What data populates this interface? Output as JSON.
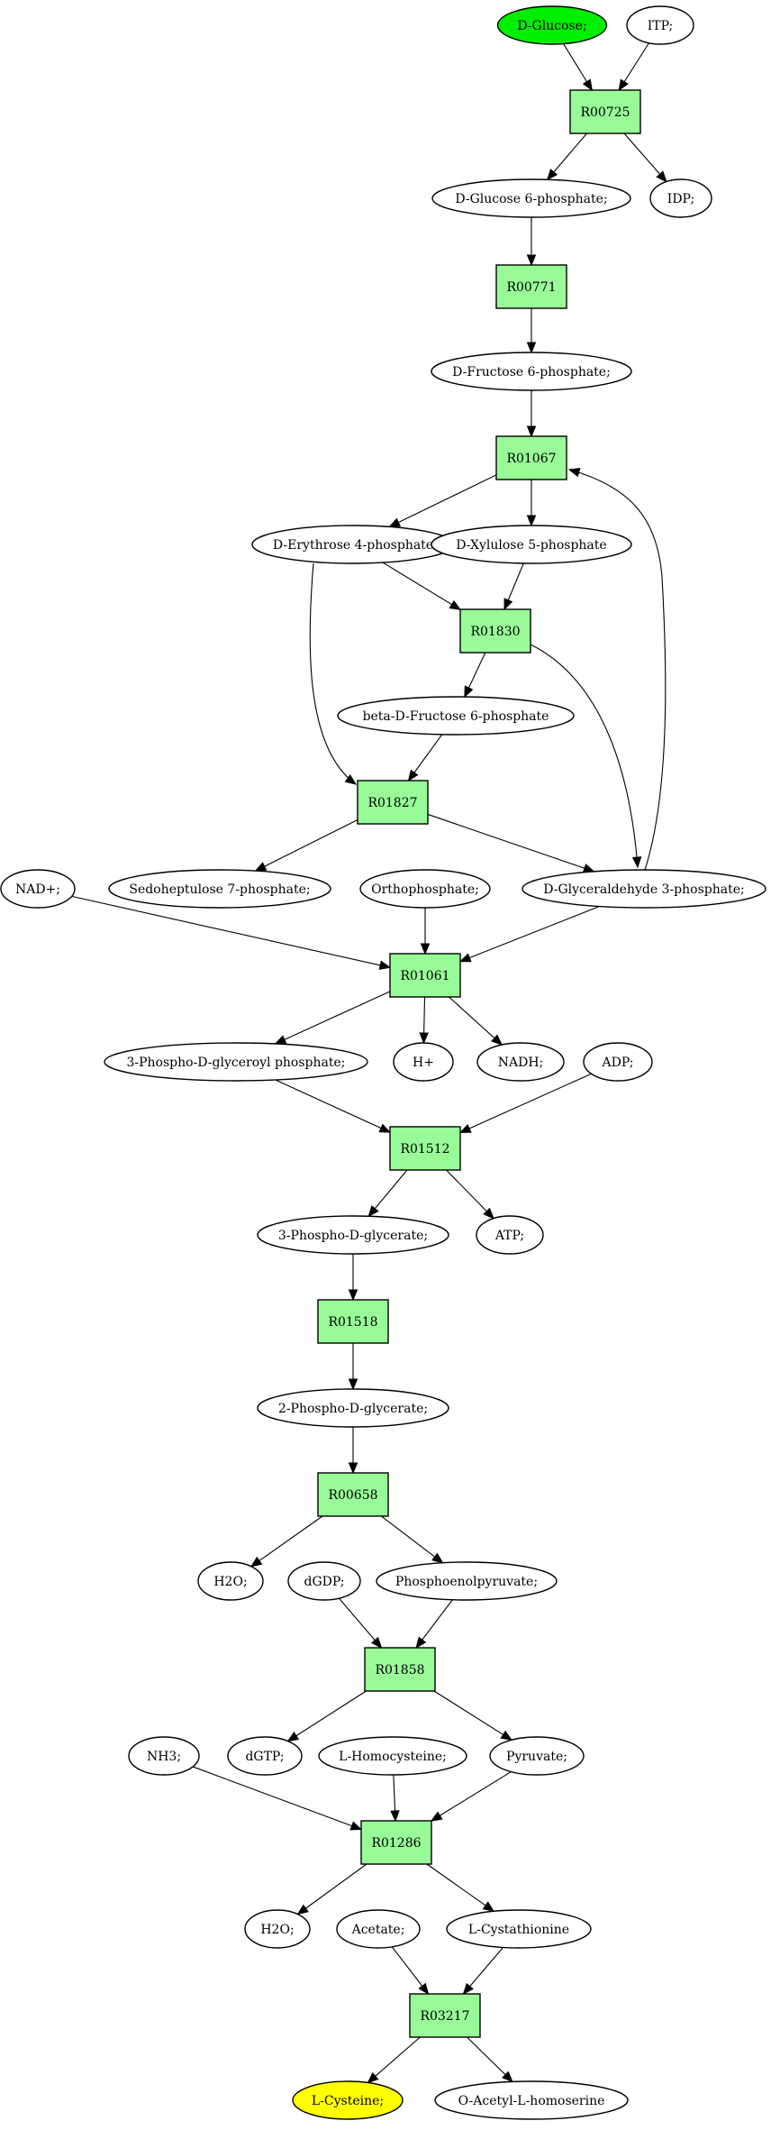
{
  "colors": {
    "reaction_fill": "#98fb98",
    "start_fill": "#00ee00",
    "target_fill": "#ffff00",
    "compound_fill": "#ffffff",
    "stroke": "#000000"
  },
  "nodes": [
    {
      "id": "glucose",
      "label": "D-Glucose;",
      "kind": "compound",
      "role": "start"
    },
    {
      "id": "itp",
      "label": "ITP;",
      "kind": "compound"
    },
    {
      "id": "r00725",
      "label": "R00725",
      "kind": "reaction"
    },
    {
      "id": "g6p",
      "label": "D-Glucose 6-phosphate;",
      "kind": "compound"
    },
    {
      "id": "idp",
      "label": "IDP;",
      "kind": "compound"
    },
    {
      "id": "r00771",
      "label": "R00771",
      "kind": "reaction"
    },
    {
      "id": "f6p",
      "label": "D-Fructose 6-phosphate;",
      "kind": "compound"
    },
    {
      "id": "r01067",
      "label": "R01067",
      "kind": "reaction"
    },
    {
      "id": "e4p",
      "label": "D-Erythrose 4-phosphate",
      "kind": "compound"
    },
    {
      "id": "x5p",
      "label": "D-Xylulose 5-phosphate",
      "kind": "compound"
    },
    {
      "id": "r01830",
      "label": "R01830",
      "kind": "reaction"
    },
    {
      "id": "bf6p",
      "label": "beta-D-Fructose 6-phosphate",
      "kind": "compound"
    },
    {
      "id": "r01827",
      "label": "R01827",
      "kind": "reaction"
    },
    {
      "id": "nad",
      "label": "NAD+;",
      "kind": "compound"
    },
    {
      "id": "s7p",
      "label": "Sedoheptulose 7-phosphate;",
      "kind": "compound"
    },
    {
      "id": "pi",
      "label": "Orthophosphate;",
      "kind": "compound"
    },
    {
      "id": "gap",
      "label": "D-Glyceraldehyde 3-phosphate;",
      "kind": "compound"
    },
    {
      "id": "r01061",
      "label": "R01061",
      "kind": "reaction"
    },
    {
      "id": "bpg",
      "label": "3-Phospho-D-glyceroyl phosphate;",
      "kind": "compound"
    },
    {
      "id": "hplus",
      "label": "H+",
      "kind": "compound"
    },
    {
      "id": "nadh",
      "label": "NADH;",
      "kind": "compound"
    },
    {
      "id": "adp",
      "label": "ADP;",
      "kind": "compound"
    },
    {
      "id": "r01512",
      "label": "R01512",
      "kind": "reaction"
    },
    {
      "id": "pg3",
      "label": "3-Phospho-D-glycerate;",
      "kind": "compound"
    },
    {
      "id": "atp",
      "label": "ATP;",
      "kind": "compound"
    },
    {
      "id": "r01518",
      "label": "R01518",
      "kind": "reaction"
    },
    {
      "id": "pg2",
      "label": "2-Phospho-D-glycerate;",
      "kind": "compound"
    },
    {
      "id": "r00658",
      "label": "R00658",
      "kind": "reaction"
    },
    {
      "id": "h2o_a",
      "label": "H2O;",
      "kind": "compound"
    },
    {
      "id": "dgdp",
      "label": "dGDP;",
      "kind": "compound"
    },
    {
      "id": "pep",
      "label": "Phosphoenolpyruvate;",
      "kind": "compound"
    },
    {
      "id": "r01858",
      "label": "R01858",
      "kind": "reaction"
    },
    {
      "id": "nh3",
      "label": "NH3;",
      "kind": "compound"
    },
    {
      "id": "dgtp",
      "label": "dGTP;",
      "kind": "compound"
    },
    {
      "id": "hcy",
      "label": "L-Homocysteine;",
      "kind": "compound"
    },
    {
      "id": "pyr",
      "label": "Pyruvate;",
      "kind": "compound"
    },
    {
      "id": "r01286",
      "label": "R01286",
      "kind": "reaction"
    },
    {
      "id": "h2o_b",
      "label": "H2O;",
      "kind": "compound"
    },
    {
      "id": "acetate",
      "label": "Acetate;",
      "kind": "compound"
    },
    {
      "id": "cysta",
      "label": "L-Cystathionine",
      "kind": "compound"
    },
    {
      "id": "r03217",
      "label": "R03217",
      "kind": "reaction"
    },
    {
      "id": "cys",
      "label": "L-Cysteine;",
      "kind": "compound",
      "role": "target"
    },
    {
      "id": "oah",
      "label": "O-Acetyl-L-homoserine",
      "kind": "compound"
    }
  ],
  "edges": [
    {
      "from": "glucose",
      "to": "r00725"
    },
    {
      "from": "itp",
      "to": "r00725"
    },
    {
      "from": "r00725",
      "to": "g6p"
    },
    {
      "from": "r00725",
      "to": "idp"
    },
    {
      "from": "g6p",
      "to": "r00771"
    },
    {
      "from": "r00771",
      "to": "f6p"
    },
    {
      "from": "f6p",
      "to": "r01067"
    },
    {
      "from": "r01067",
      "to": "e4p"
    },
    {
      "from": "r01067",
      "to": "x5p"
    },
    {
      "from": "e4p",
      "to": "r01830"
    },
    {
      "from": "x5p",
      "to": "r01830"
    },
    {
      "from": "r01830",
      "to": "bf6p"
    },
    {
      "from": "r01830",
      "to": "gap"
    },
    {
      "from": "gap",
      "to": "r01067"
    },
    {
      "from": "e4p",
      "to": "r01827"
    },
    {
      "from": "bf6p",
      "to": "r01827"
    },
    {
      "from": "r01827",
      "to": "s7p"
    },
    {
      "from": "r01827",
      "to": "gap"
    },
    {
      "from": "nad",
      "to": "r01061"
    },
    {
      "from": "pi",
      "to": "r01061"
    },
    {
      "from": "gap",
      "to": "r01061"
    },
    {
      "from": "r01061",
      "to": "bpg"
    },
    {
      "from": "r01061",
      "to": "hplus"
    },
    {
      "from": "r01061",
      "to": "nadh"
    },
    {
      "from": "bpg",
      "to": "r01512"
    },
    {
      "from": "adp",
      "to": "r01512"
    },
    {
      "from": "r01512",
      "to": "pg3"
    },
    {
      "from": "r01512",
      "to": "atp"
    },
    {
      "from": "pg3",
      "to": "r01518"
    },
    {
      "from": "r01518",
      "to": "pg2"
    },
    {
      "from": "pg2",
      "to": "r00658"
    },
    {
      "from": "r00658",
      "to": "h2o_a"
    },
    {
      "from": "r00658",
      "to": "pep"
    },
    {
      "from": "dgdp",
      "to": "r01858"
    },
    {
      "from": "pep",
      "to": "r01858"
    },
    {
      "from": "r01858",
      "to": "dgtp"
    },
    {
      "from": "r01858",
      "to": "pyr"
    },
    {
      "from": "nh3",
      "to": "r01286"
    },
    {
      "from": "hcy",
      "to": "r01286"
    },
    {
      "from": "pyr",
      "to": "r01286"
    },
    {
      "from": "r01286",
      "to": "h2o_b"
    },
    {
      "from": "r01286",
      "to": "cysta"
    },
    {
      "from": "acetate",
      "to": "r03217"
    },
    {
      "from": "cysta",
      "to": "r03217"
    },
    {
      "from": "r03217",
      "to": "cys"
    },
    {
      "from": "r03217",
      "to": "oah"
    }
  ]
}
